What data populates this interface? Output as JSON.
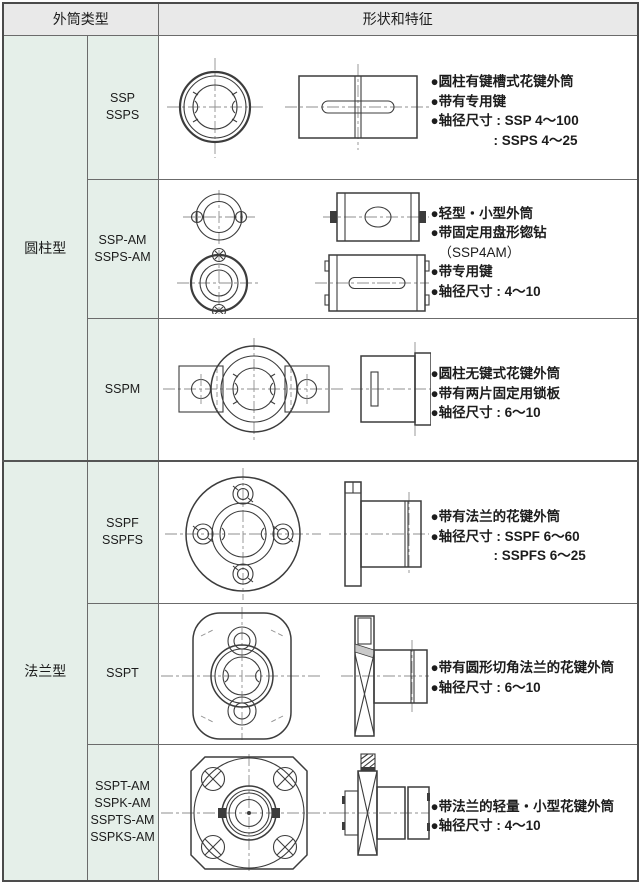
{
  "table": {
    "header": {
      "type_label": "外筒类型",
      "shape_label": "形状和特征"
    },
    "colors": {
      "header_bg": "#e9e9e9",
      "side_bg": "#e5efe9",
      "grid_line": "#6b6b6b",
      "outer_border": "#4a4a4a",
      "drawing_line": "#3c3c3c",
      "text": "#1c1c1c"
    },
    "groups": [
      {
        "label": "圆柱型",
        "rows": [
          {
            "models": [
              "SSP",
              "SSPS"
            ],
            "drawing": "cylindrical-keyway-spline-nut",
            "features": [
              "●圆柱有键槽式花键外筒",
              "●带有专用键",
              "●轴径尺寸 : SSP 4～100",
              ": SSPS 4～25"
            ]
          },
          {
            "models": [
              "SSP-AM",
              "SSPS-AM"
            ],
            "drawing": "light-compact-spline-nut",
            "features": [
              "●轻型・小型外筒",
              "●带固定用盘形锪钻",
              "（SSP4AM）",
              "●带专用键",
              "●轴径尺寸 : 4～10"
            ]
          },
          {
            "models": [
              "SSPM"
            ],
            "drawing": "keyless-spline-nut-with-lock-plates",
            "features": [
              "●圆柱无键式花键外筒",
              "●带有两片固定用锁板",
              "●轴径尺寸 : 6～10"
            ]
          }
        ]
      },
      {
        "label": "法兰型",
        "rows": [
          {
            "models": [
              "SSPF",
              "SSPFS"
            ],
            "drawing": "round-flange-spline-nut",
            "features": [
              "●带有法兰的花键外筒",
              "●轴径尺寸 : SSPF 6～60",
              ": SSPFS 6～25"
            ]
          },
          {
            "models": [
              "SSPT"
            ],
            "drawing": "cut-corner-round-flange-spline-nut",
            "features": [
              "●带有圆形切角法兰的花键外筒",
              "●轴径尺寸 : 6～10"
            ]
          },
          {
            "models": [
              "SSPT-AM",
              "SSPK-AM",
              "SSPTS-AM",
              "SSPKS-AM"
            ],
            "drawing": "flanged-light-compact-spline-nut",
            "features": [
              "●带法兰的轻量・小型花键外筒",
              "●轴径尺寸 : 4～10"
            ]
          }
        ]
      }
    ]
  }
}
